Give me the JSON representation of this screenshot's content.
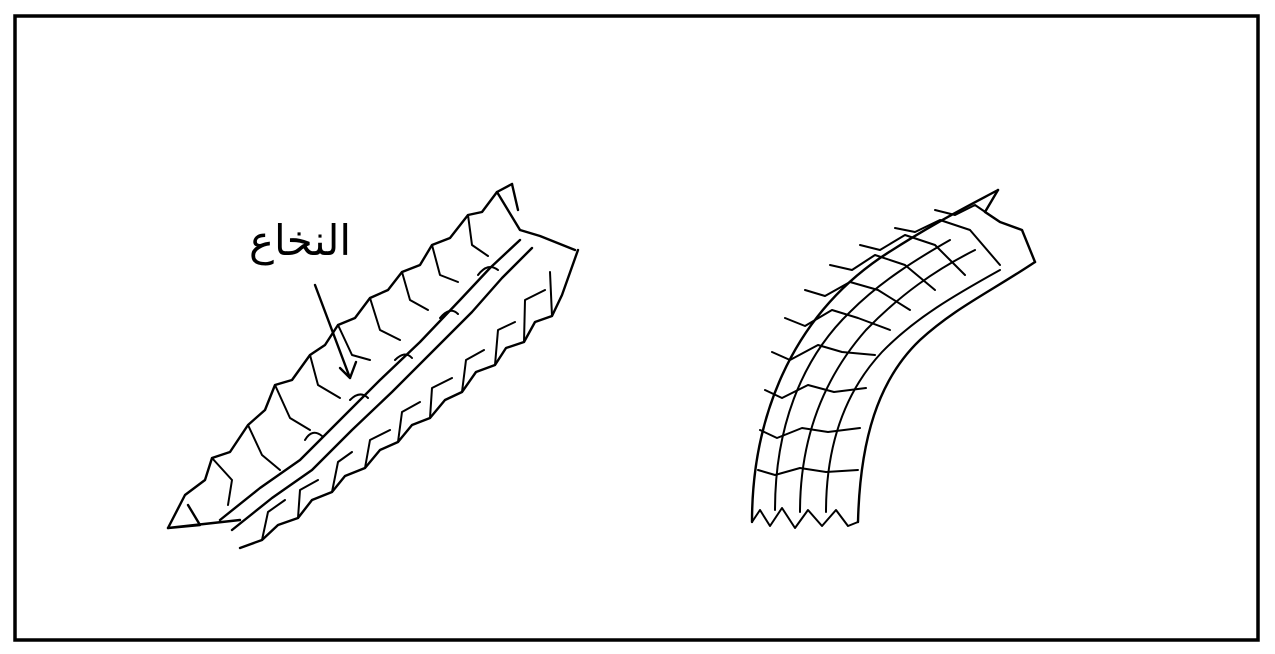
{
  "figure": {
    "medulla_label": "النخاع",
    "specimens": [
      {
        "name": "medullated-hair"
      },
      {
        "name": "non-medullated-hair"
      }
    ]
  }
}
